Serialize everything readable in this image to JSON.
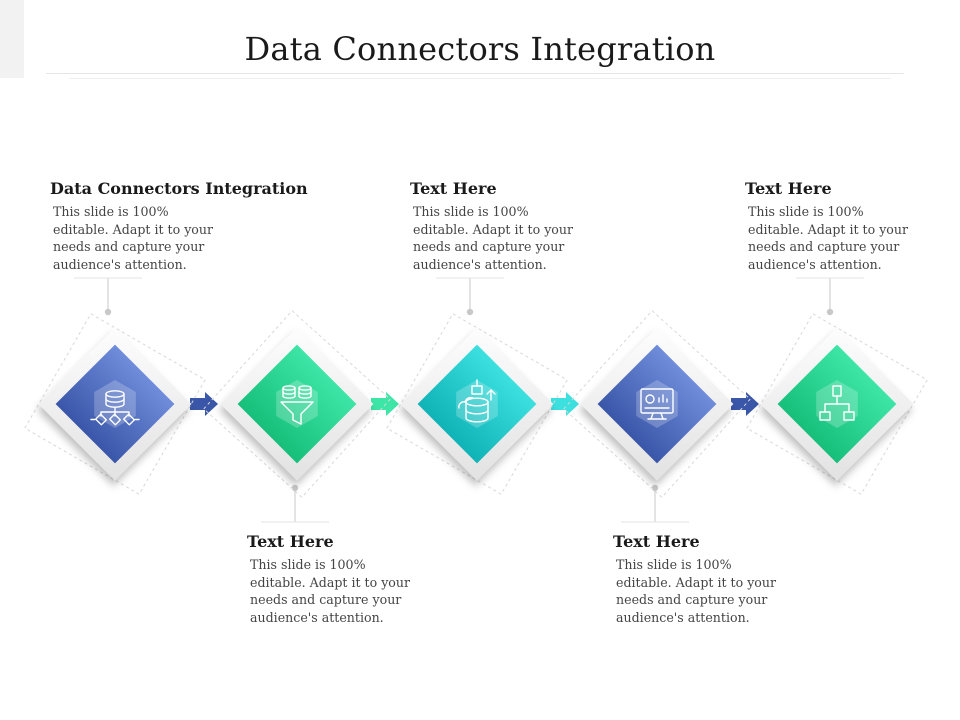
{
  "title": "Data Connectors  Integration",
  "colors": {
    "blue_top": "#6f8ddb",
    "blue_bottom": "#3a56a8",
    "green_top": "#3de6a6",
    "green_bottom": "#17bf7b",
    "teal_top": "#3be0df",
    "teal_bottom": "#10b3b6",
    "frame": "#f1f1f1",
    "connector": "#c8c8c8"
  },
  "steps": [
    {
      "heading": "Data Connectors  Integration",
      "body": "This slide is 100% editable. Adapt it to your needs and capture your audience's attention.",
      "icon": "database-network-icon",
      "color": "blue",
      "arrow_color": "blue",
      "text_position": "top"
    },
    {
      "heading": "Text Here",
      "body": "This slide is 100% editable. Adapt it to your needs and capture your audience's attention.",
      "icon": "database-funnel-icon",
      "color": "green",
      "arrow_color": "green",
      "text_position": "bottom"
    },
    {
      "heading": "Text Here",
      "body": "This slide is 100% editable. Adapt it to your needs and capture your audience's attention.",
      "icon": "database-cloud-upload-icon",
      "color": "teal",
      "arrow_color": "teal",
      "text_position": "top"
    },
    {
      "heading": "Text Here",
      "body": "This slide is 100% editable. Adapt it to your needs and capture your audience's attention.",
      "icon": "dashboard-monitor-icon",
      "color": "blue",
      "arrow_color": "blue",
      "text_position": "bottom"
    },
    {
      "heading": "Text Here",
      "body": "This slide is 100% editable. Adapt it to your needs and capture your audience's attention.",
      "icon": "hierarchy-chart-icon",
      "color": "green",
      "text_position": "top"
    }
  ]
}
